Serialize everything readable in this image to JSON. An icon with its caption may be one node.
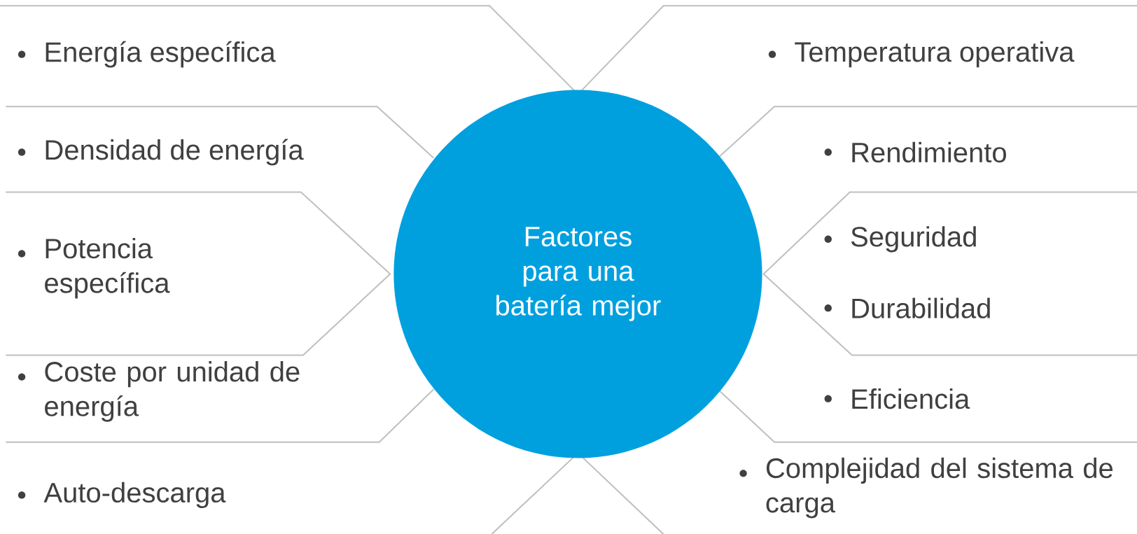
{
  "diagram": {
    "nodes": [
      {
        "text": [
          "Factores para una batería mejor"
        ]
      }
    ],
    "labels": [
      "Energía específica",
      "Temperatura operativa",
      "Densidad de energía",
      "Rendimiento",
      "Potencia específica",
      "Seguridad",
      "Durabilidad",
      "Coste por unidad de energía",
      "Eficiencia",
      "Auto-descarga",
      "Complejidad del sistema de carga"
    ]
  }
}
